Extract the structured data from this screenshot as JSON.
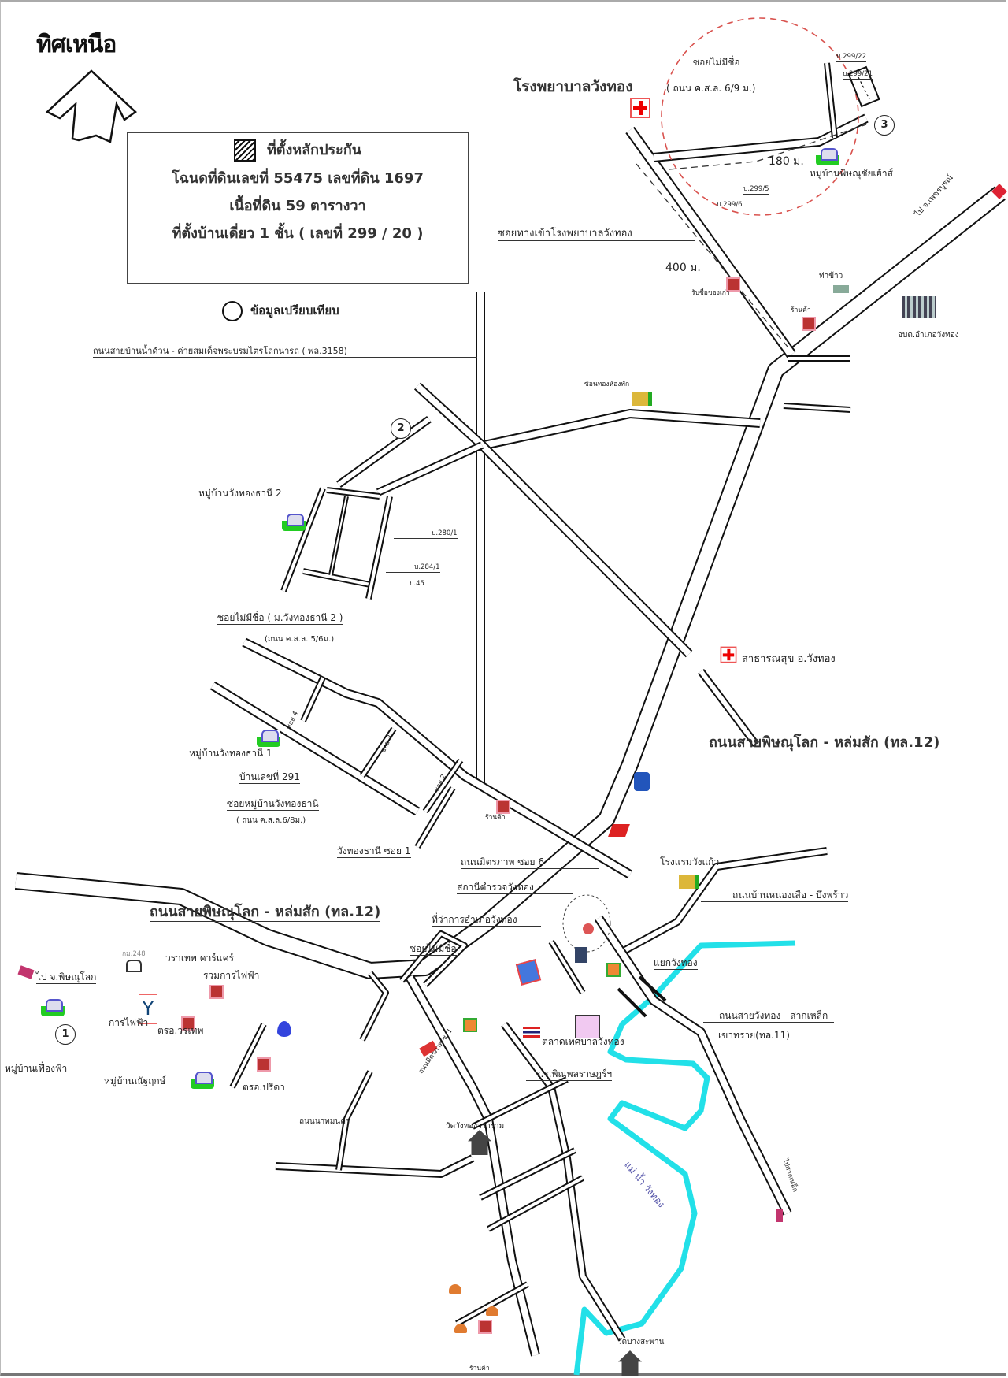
{
  "north": {
    "title": "ทิศเหนือ"
  },
  "legend": {
    "item": "ที่ตั้งหลักประกัน",
    "line1": "โฉนดที่ดินเลขที่ 55475 เลขที่ดิน 1697",
    "line2": "เนื้อที่ดิน 59 ตารางวา",
    "line3": "ที่ตั้งบ้านเดี่ยว 1 ชั้น  ( เลขที่ 299 / 20 )",
    "compare": "ข้อมูลเปรียบเทียบ"
  },
  "markers": {
    "m1": "1",
    "m2": "2",
    "m3": "3"
  },
  "labels": {
    "road_namduan": "ถนนสายบ้านน้ำด้วน    - ค่ายสมเด็จพระบรมไตรโลกนารถ ( พล.3158)",
    "hospital": "โรงพยาบาลวังทอง",
    "soi_noname_top": "ซอยไม่มีชื่อ",
    "soi_noname_top_sub": "( ถนน ค.ส.ล. 6/9 ม.)",
    "h299_22": "บ.299/22",
    "h299_21": "บ.299/21",
    "h299_5": "บ.299/5",
    "h299_6": "บ.299/6",
    "dist_180": "180 ม.",
    "pitsanuchai": "หมู่บ้านพิษณุชัยเฮ้าส์",
    "soi_hospital": "ซอยทางเข้าโรงพยาบาลวังทอง",
    "dist_400": "400 ม.",
    "scrap": "รับซื้อของเก่า",
    "thakhao": "ท่าข้าว",
    "shop_top": "ร้านค้า",
    "obt": "อบต.อำเภอวังทอง",
    "to_phetchabun": "ไป จ.เพชรบูรณ์",
    "sonthong": "ซ้อนทองห้องพัก",
    "village2": "หมู่บ้านวังทองธานี 2",
    "h280_1": "บ.280/1",
    "h284_1": "บ.284/1",
    "h45": "บ.45",
    "soi_village2": "ซอยไม่มีชื่อ ( ม.วังทองธานี 2 )",
    "soi_village2_sub": "(ถนน ค.ส.ล. 5/6ม.)",
    "health": "สาธารณสุข อ.วังทอง",
    "hwy12_right": "ถนนสายพิษณุโลก - หล่มสัก (ทล.12)",
    "soi4": "ซอย 4",
    "soi3": "ซอย 3",
    "soi2": "ซอย 2",
    "village1": "หมู่บ้านวังทองธานี 1",
    "house291": "บ้านเลขที่ 291",
    "soi_village1": "ซอยหมู่บ้านวังทองธานี",
    "soi_village1_sub": "( ถนน ค.ส.ล.6/8ม.)",
    "shop_mid": "ร้านค้า",
    "soi1": "วังทองธานี ซอย 1",
    "mittraphap6": "ถนนมิตรภาพ ซอย 6",
    "police": "สถานีตำรวจวังทอง",
    "district_office": "ที่ว่าการอำเภอวังทอง",
    "hotel": "โรงแรมวังแก้ว",
    "road_nongsua": "ถนนบ้านหนองเสือ - บึงพร้าว",
    "hwy12_left": "ถนนสายพิษณุโลก - หล่มสัก (ทล.12)",
    "soi_noname_low": "ซอยไม่มีชื่อ",
    "km248": "กม.248",
    "carcare": "วราเทพ คาร์แคร์",
    "electric_coop": "รวมการไฟฟ้า",
    "to_phitsanulok": "ไป จ.พิษณุโลก",
    "junction": "แยกวังทอง",
    "electric": "การไฟฟ้า",
    "inspect_voratep": "ตรอ.วรเทพ",
    "road_11_a": "ถนนสายวังทอง - สากเหล็ก -",
    "road_11_b": "เขาทราย(ทล.11)",
    "village_fueangfa": "หมู่บ้านเฟื่องฟ้า",
    "market": "ตลาดเทศบาลวังทอง",
    "school": "ร.ร.พิณพลราษฎร์ฯ",
    "village_natthareuk": "หมู่บ้านณัฐฤกษ์",
    "inspect_preeda": "ตรอ.ปรีดา",
    "mittraphap1": "ถนนมิตรภาพ ซ. 1",
    "road_nathom": "ถนนนาทมนคร",
    "wat_wangthong": "วัดวังทองวราราม",
    "river": "แม่ น้ำ วังทอง",
    "to_sakhlek": "ไปสากเหล็ก",
    "wat_bangsaphan": "วัดบางสะพาน",
    "shop_bottom": "ร้านค้า"
  },
  "colors": {
    "river": "#22e0e8",
    "radius": "#d9534f",
    "road": "#111111",
    "cross": "#e00000"
  }
}
